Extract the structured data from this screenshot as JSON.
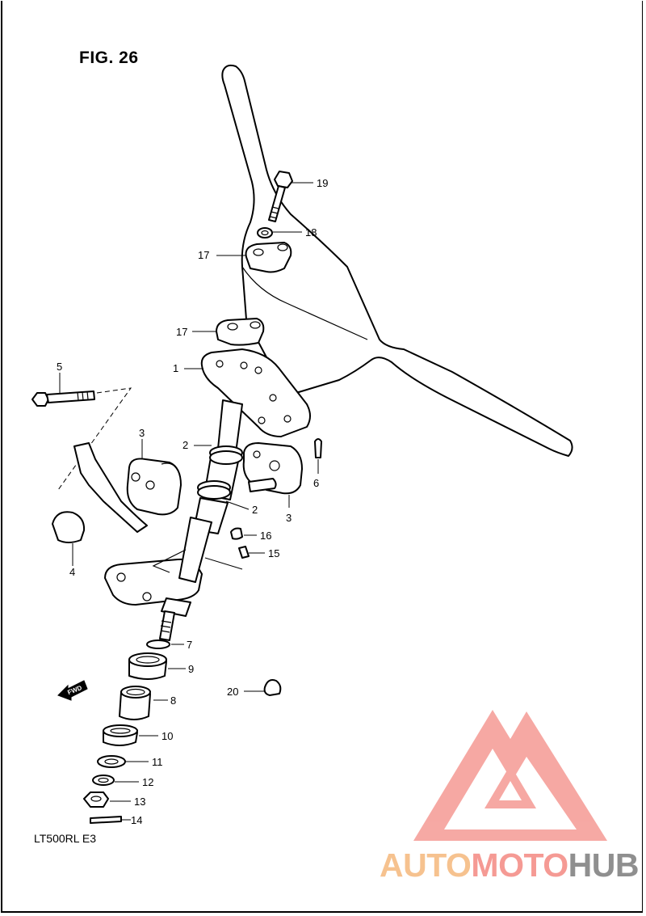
{
  "figure": {
    "title": "FIG. 26",
    "model_code": "LT500RL  E3"
  },
  "callouts": [
    {
      "label": "19"
    },
    {
      "label": "18"
    },
    {
      "label": "17"
    },
    {
      "label": "17"
    },
    {
      "label": "1"
    },
    {
      "label": "5"
    },
    {
      "label": "3"
    },
    {
      "label": "2"
    },
    {
      "label": "2"
    },
    {
      "label": "3"
    },
    {
      "label": "6"
    },
    {
      "label": "16"
    },
    {
      "label": "15"
    },
    {
      "label": "4"
    },
    {
      "label": "7"
    },
    {
      "label": "9"
    },
    {
      "label": "8"
    },
    {
      "label": "20"
    },
    {
      "label": "10"
    },
    {
      "label": "11"
    },
    {
      "label": "12"
    },
    {
      "label": "13"
    },
    {
      "label": "14"
    }
  ],
  "direction_marker": {
    "text": "FWD"
  },
  "watermark": {
    "part1": "AUTO",
    "part2": "MOTO",
    "part3": "HUB",
    "color_auto": "#f6c28f",
    "color_moto": "#f59a94",
    "color_hub": "#8f8f8f",
    "logo_color": "#f59a94"
  }
}
